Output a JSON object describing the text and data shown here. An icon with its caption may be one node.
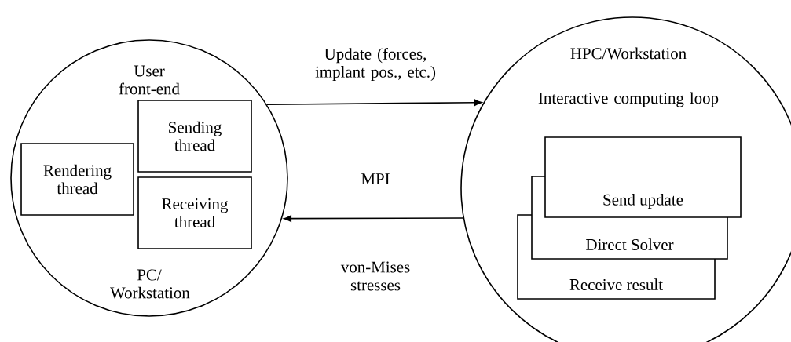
{
  "diagram": {
    "nodes": [
      {
        "text": [
          "User front-end",
          "PC/ Workstation"
        ]
      },
      {
        "text": [
          "Rendering thread"
        ],
        "in": 0
      },
      {
        "text": [
          "Sending thread"
        ],
        "in": 0
      },
      {
        "text": [
          "Receiving thread"
        ],
        "in": 0
      },
      {
        "text": [
          "HPC/Workstation",
          "Interactive computing loop"
        ]
      },
      {
        "text": [
          "Receive result"
        ],
        "in": 4
      },
      {
        "text": [
          "Direct Solver"
        ],
        "in": 4
      },
      {
        "text": [
          "Send update"
        ],
        "in": 4
      }
    ],
    "edges": [
      {
        "from": 0,
        "to": 4,
        "arrow": "to",
        "label": "Update (forces, implant pos., etc.)"
      },
      {
        "from": 4,
        "to": 0,
        "arrow": "to",
        "label": "von-Mises stresses"
      }
    ],
    "labels": [
      "MPI"
    ]
  }
}
